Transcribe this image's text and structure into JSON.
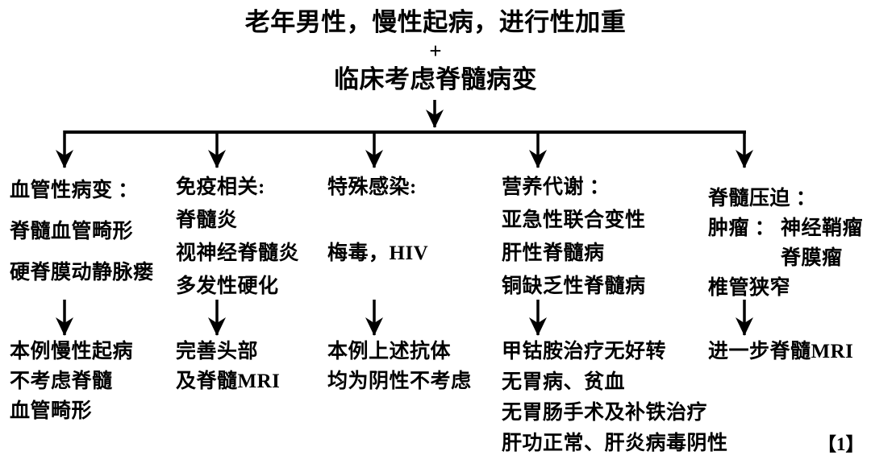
{
  "header": {
    "line1": "老年男性，慢性起病，进行性加重",
    "plus": "+",
    "line2": "临床考虑脊髓病变"
  },
  "columns": [
    {
      "id": "vascular",
      "items": [
        "血管性病变 ：",
        "脊髓血管畸形",
        "硬脊膜动静脉瘘"
      ],
      "conclusion": [
        "本例慢性起病",
        "不考虑脊髓",
        "血管畸形"
      ]
    },
    {
      "id": "immune",
      "items": [
        "免疫相关:",
        "脊髓炎",
        "视神经脊髓炎",
        "多发性硬化"
      ],
      "conclusion": [
        "完善头部",
        "及脊髓MRI"
      ]
    },
    {
      "id": "infection",
      "items": [
        "特殊感染:",
        "梅毒，HIV"
      ],
      "conclusion": [
        "本例上述抗体",
        "均为阴性不考虑"
      ]
    },
    {
      "id": "metabolic",
      "items": [
        "营养代谢 ：",
        "亚急性联合变性",
        "肝性脊髓病",
        "铜缺乏性脊髓病"
      ],
      "conclusion": [
        "甲钴胺治疗无好转",
        "无胃病、贫血",
        "无胃肠手术及补铁治疗",
        "肝功正常、肝炎病毒阴性"
      ]
    },
    {
      "id": "compression",
      "items": [
        "脊髓压迫 ：",
        "肿瘤 ： 神经鞘瘤",
        "脊膜瘤",
        "椎管狭窄"
      ],
      "conclusion": [
        "进一步脊髓MRI"
      ]
    }
  ],
  "citation": "【1】",
  "colors": {
    "ink": "#000000",
    "background": "#ffffff"
  }
}
